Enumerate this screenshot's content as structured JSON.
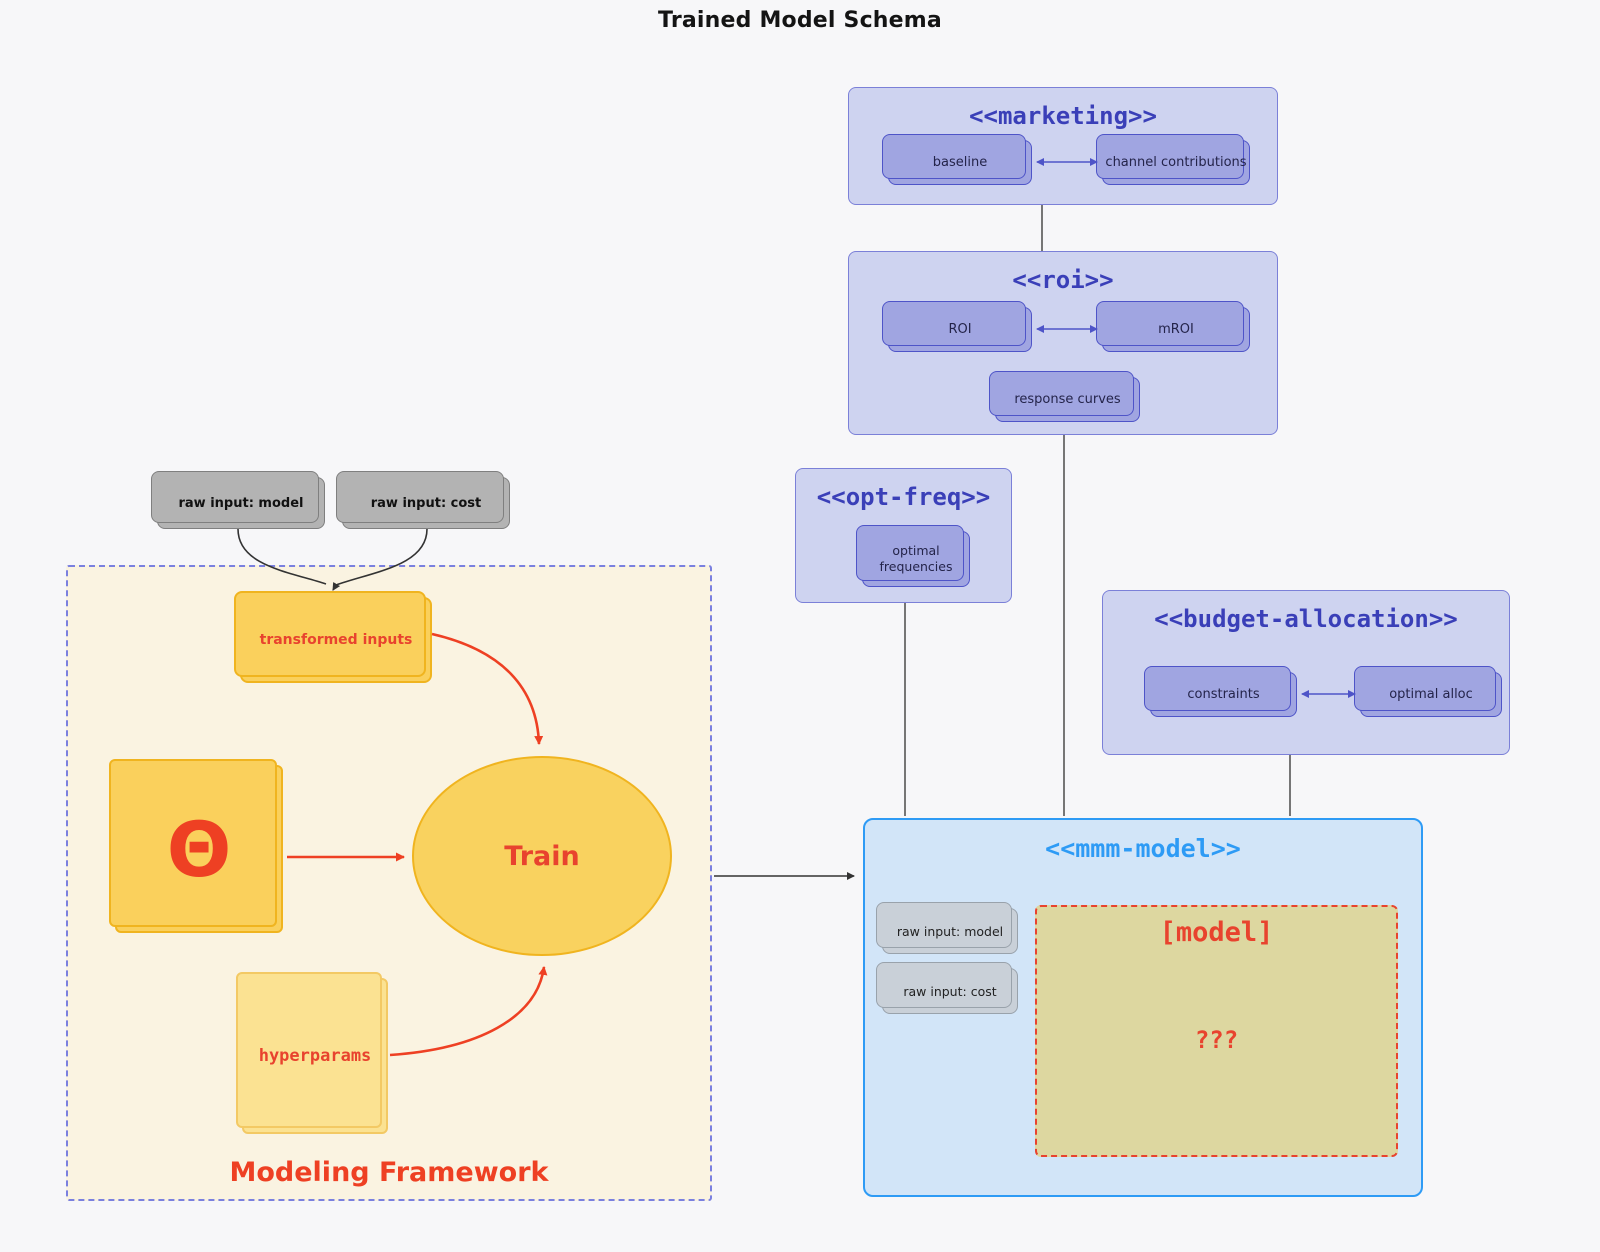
{
  "title": "Trained Model Schema",
  "colors": {
    "background": "#f7f7f9",
    "lavender_fill": "#ced3f0",
    "lavender_border": "#7b80d8",
    "purple_node": "#a0a5e1",
    "purple_border": "#4e54c8",
    "purple_title": "#3a3fb8",
    "blue_fill": "#d2e5f8",
    "blue_border": "#2e9bf5",
    "yellow_node": "#fad05c",
    "yellow_border": "#f0b41f",
    "cream_fill": "#faf3e1",
    "framework_dash": "#7a80e0",
    "red_accent": "#e8432e",
    "khaki_fill": "#ddd7a0",
    "gray_node": "#b3b3b3"
  },
  "raw_inputs": {
    "model": "raw input: model",
    "cost": "raw input: cost"
  },
  "marketing": {
    "title": "<<marketing>>",
    "baseline": "baseline",
    "channel": "channel contributions"
  },
  "roi": {
    "title": "<<roi>>",
    "roi": "ROI",
    "mroi": "mROI",
    "response": "response curves"
  },
  "opt_freq": {
    "title": "<<opt-freq>>",
    "optimal": "optimal frequencies"
  },
  "budget": {
    "title": "<<budget-allocation>>",
    "constraints": "constraints",
    "optimal_alloc": "optimal alloc"
  },
  "mmm": {
    "title": "<<mmm-model>>",
    "raw_model": "raw input: model",
    "raw_cost": "raw input: cost",
    "model_label": "[model]",
    "unknown": "???"
  },
  "framework": {
    "label": "Modeling Framework",
    "transformed": "transformed inputs",
    "theta": "Θ",
    "train": "Train",
    "hyperparams": "hyperparams"
  }
}
